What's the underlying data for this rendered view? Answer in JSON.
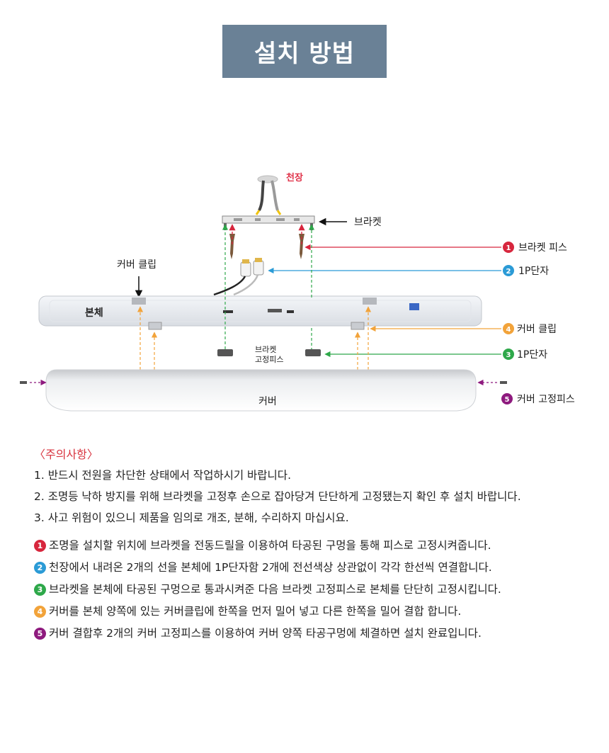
{
  "title": "설치 방법",
  "diagram": {
    "ceiling_label": "천장",
    "bracket_label": "브라켓",
    "cover_clip_label_top": "커버 클립",
    "body_label": "본체",
    "bracket_screw_small_label_line1": "브라켓",
    "bracket_screw_small_label_line2": "고정피스",
    "cover_label": "커버",
    "callouts": [
      {
        "num": "1",
        "text": "브라켓 피스",
        "color": "#d7263d"
      },
      {
        "num": "2",
        "text": "1P단자",
        "color": "#2b9bd6"
      },
      {
        "num": "4",
        "text": "커버 클립",
        "color": "#f2a33a"
      },
      {
        "num": "3",
        "text": "1P단자",
        "color": "#2ea84a"
      },
      {
        "num": "5",
        "text": "커버 고정피스",
        "color": "#8e1a7e"
      }
    ]
  },
  "caution": {
    "heading": "〈주의사항〉",
    "items": [
      "1. 반드시 전원을 차단한 상태에서 작업하시기 바랍니다.",
      "2. 조명등 낙하 방지를 위해 브라켓을 고정후 손으로 잡아당겨 단단하게 고정됐는지 확인 후 설치 바랍니다.",
      "3. 사고 위험이 있으니 제품을 임의로 개조, 분해, 수리하지 마십시요."
    ]
  },
  "steps": [
    {
      "num": "1",
      "color": "#d7263d",
      "text": "조명을 설치할 위치에 브라켓을 전동드릴을 이용하여 타공된 구멍을 통해 피스로 고정시켜줍니다."
    },
    {
      "num": "2",
      "color": "#2b9bd6",
      "text": "천장에서 내려온 2개의 선을 본체에 1P단자함 2개에 전선색상 상관없이 각각 한선씩 연결합니다."
    },
    {
      "num": "3",
      "color": "#2ea84a",
      "text": "브라켓을 본체에 타공된 구멍으로 통과시켜준 다음 브라켓 고정피스로 본체를 단단히 고정시킵니다."
    },
    {
      "num": "4",
      "color": "#f2a33a",
      "text": "커버를 본체 양쪽에 있는 커버클립에 한쪽을 먼저 밀어 넣고 다른 한쪽을 밀어 결합 합니다."
    },
    {
      "num": "5",
      "color": "#8e1a7e",
      "text": "커버 결합후 2개의 커버 고정피스를 이용하여 커버 양쪽 타공구멍에 체결하면 설치 완료입니다."
    }
  ]
}
